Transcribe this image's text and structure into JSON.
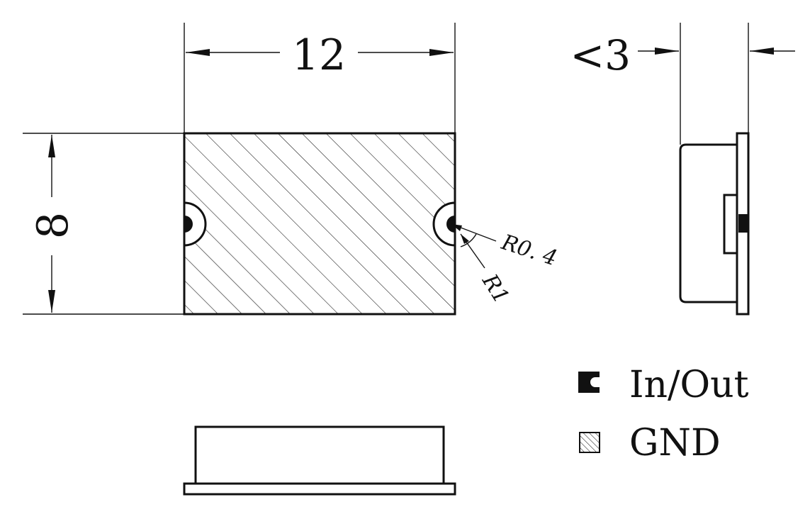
{
  "dimensions": {
    "width_label": "12",
    "height_label": "8",
    "thickness_label": "<3",
    "hole_radius_label": "R0. 4",
    "corner_radius_label": "R1"
  },
  "legend": {
    "items": [
      {
        "label": "In/Out",
        "symbol": "solid-pad-icon"
      },
      {
        "label": "GND",
        "symbol": "hatched-square-icon"
      }
    ]
  }
}
